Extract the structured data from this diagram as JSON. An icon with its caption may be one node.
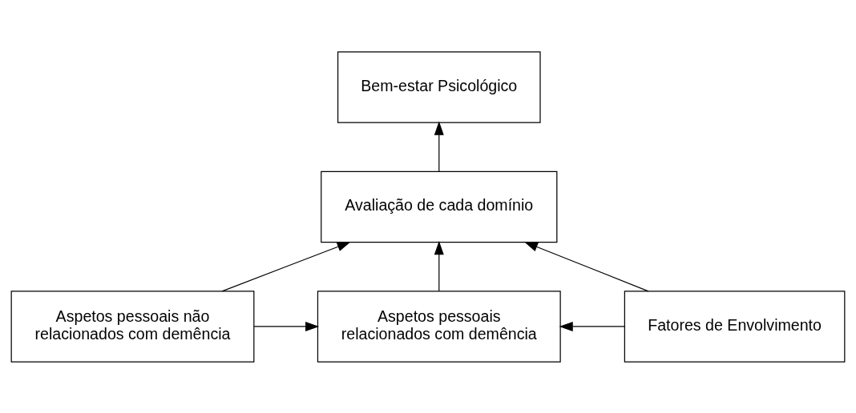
{
  "diagram": {
    "nodes": [
      {
        "text": [
          "Bem-estar Psicológico"
        ]
      },
      {
        "text": [
          "Avaliação de cada domínio"
        ]
      },
      {
        "text": [
          "Aspetos pessoais não relacionados com demência"
        ]
      },
      {
        "text": [
          "Aspetos pessoais relacionados com demência"
        ]
      },
      {
        "text": [
          "Fatores de Envolvimento"
        ]
      }
    ],
    "edges": [
      {
        "from": 1,
        "to": 0,
        "arrow": "to"
      },
      {
        "from": 2,
        "to": 1,
        "arrow": "to"
      },
      {
        "from": 3,
        "to": 1,
        "arrow": "to"
      },
      {
        "from": 4,
        "to": 1,
        "arrow": "to"
      },
      {
        "from": 2,
        "to": 3,
        "arrow": "to"
      },
      {
        "from": 4,
        "to": 3,
        "arrow": "to"
      }
    ]
  }
}
